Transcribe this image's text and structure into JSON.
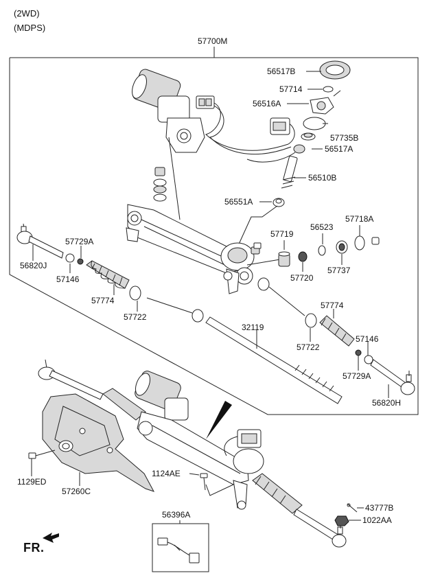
{
  "header": {
    "line1": "(2WD)",
    "line2": "(MDPS)"
  },
  "assembly_label": "57700M",
  "direction_label": "FR.",
  "parts": [
    {
      "id": "56517B",
      "label": "56517B"
    },
    {
      "id": "57714",
      "label": "57714"
    },
    {
      "id": "56516A",
      "label": "56516A"
    },
    {
      "id": "57735B",
      "label": "57735B"
    },
    {
      "id": "56517A",
      "label": "56517A"
    },
    {
      "id": "56510B",
      "label": "56510B"
    },
    {
      "id": "56551A",
      "label": "56551A"
    },
    {
      "id": "56523",
      "label": "56523"
    },
    {
      "id": "57718A",
      "label": "57718A"
    },
    {
      "id": "57719",
      "label": "57719"
    },
    {
      "id": "57729A-left",
      "label": "57729A"
    },
    {
      "id": "56820J",
      "label": "56820J"
    },
    {
      "id": "57146-left",
      "label": "57146"
    },
    {
      "id": "57720",
      "label": "57720"
    },
    {
      "id": "57737",
      "label": "57737"
    },
    {
      "id": "57774-left",
      "label": "57774"
    },
    {
      "id": "57722-left",
      "label": "57722"
    },
    {
      "id": "57774-right",
      "label": "57774"
    },
    {
      "id": "32119",
      "label": "32119"
    },
    {
      "id": "57722-right",
      "label": "57722"
    },
    {
      "id": "57146-right",
      "label": "57146"
    },
    {
      "id": "57729A-right",
      "label": "57729A"
    },
    {
      "id": "56820H",
      "label": "56820H"
    },
    {
      "id": "1124AE",
      "label": "1124AE"
    },
    {
      "id": "43777B",
      "label": "43777B"
    },
    {
      "id": "1022AA",
      "label": "1022AA"
    },
    {
      "id": "1129ED",
      "label": "1129ED"
    },
    {
      "id": "57260C",
      "label": "57260C"
    },
    {
      "id": "56396A",
      "label": "56396A"
    }
  ]
}
